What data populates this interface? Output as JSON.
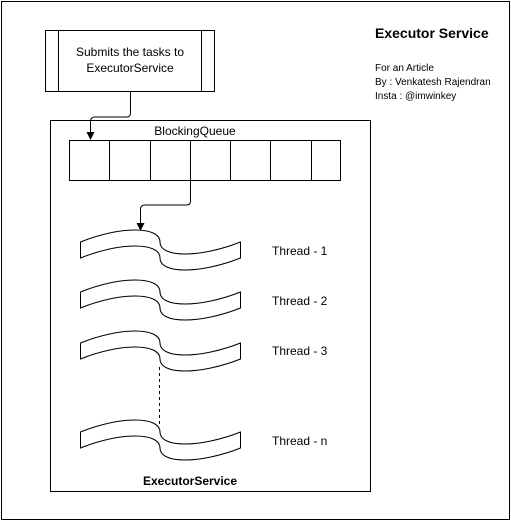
{
  "diagram": {
    "title": "Executor Service",
    "article_credit": {
      "line1": "For an Article",
      "line2": "By : Venkatesh Rajendran",
      "line3": "Insta : @imwinkey"
    },
    "submitter": {
      "line1": "Submits the tasks to",
      "line2": "ExecutorService"
    },
    "queue": {
      "label": "BlockingQueue",
      "slot_count": 7
    },
    "threads": [
      {
        "label": "Thread - 1"
      },
      {
        "label": "Thread - 2"
      },
      {
        "label": "Thread - 3"
      },
      {
        "label": "Thread - n"
      }
    ],
    "container_label": "ExecutorService"
  }
}
